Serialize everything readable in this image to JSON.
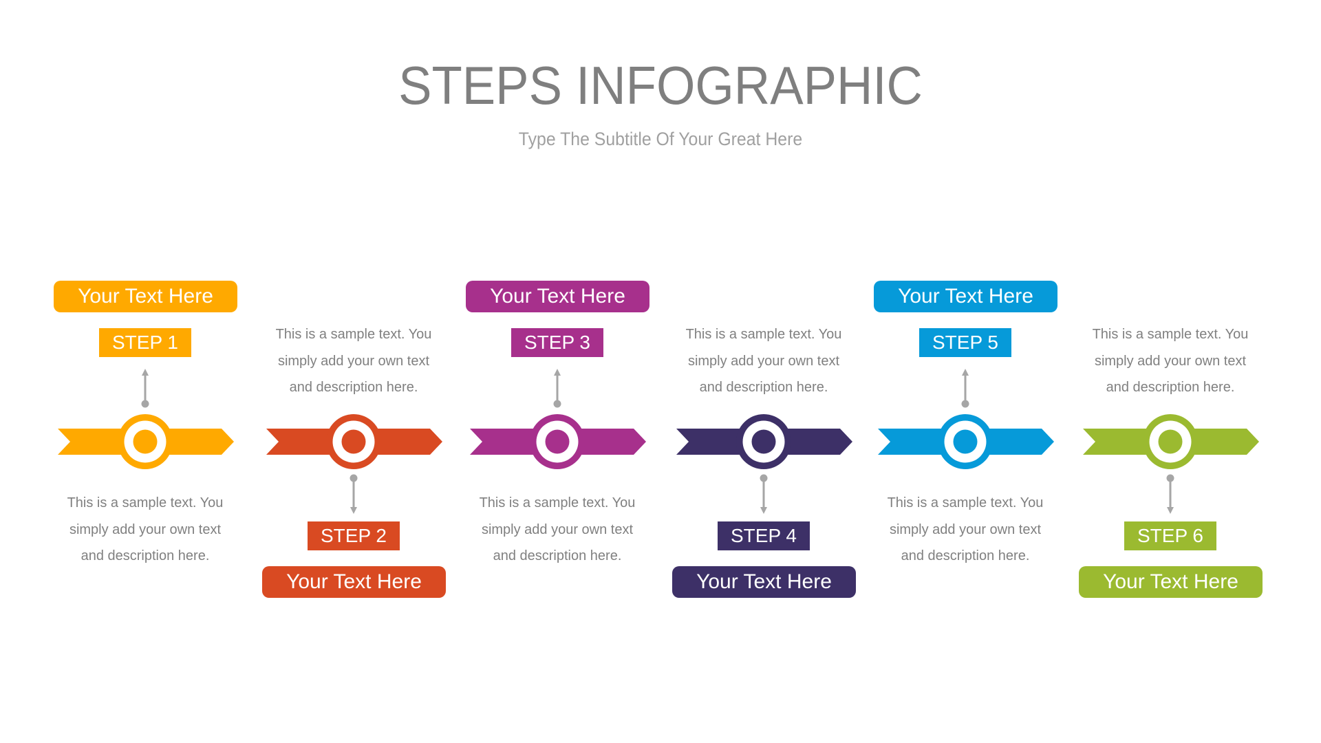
{
  "header": {
    "title": "STEPS INFOGRAPHIC",
    "subtitle": "Type The Subtitle Of Your Great Here"
  },
  "colors": {
    "title": "#7f7f7f",
    "subtitle": "#a0a0a0",
    "body_text": "#808080",
    "connector": "#a6a6a6"
  },
  "steps": [
    {
      "step_label": "STEP 1",
      "heading": "Your Text Here",
      "color": "#ffa900",
      "position": "top",
      "description": [
        "This is a sample text. You",
        "simply add your own text",
        "and description here."
      ]
    },
    {
      "step_label": "STEP 2",
      "heading": "Your Text Here",
      "color": "#d94a22",
      "position": "bottom",
      "description": [
        "This is a sample text. You",
        "simply add your own text",
        "and description here."
      ]
    },
    {
      "step_label": "STEP 3",
      "heading": "Your Text Here",
      "color": "#a7308c",
      "position": "top",
      "description": [
        "This is a sample text. You",
        "simply add your own text",
        "and description here."
      ]
    },
    {
      "step_label": "STEP 4",
      "heading": "Your Text Here",
      "color": "#3d3067",
      "position": "bottom",
      "description": [
        "This is a sample text. You",
        "simply add your own text",
        "and description here."
      ]
    },
    {
      "step_label": "STEP 5",
      "heading": "Your Text Here",
      "color": "#069ad9",
      "position": "top",
      "description": [
        "This is a sample text. You",
        "simply add your own text",
        "and description here."
      ]
    },
    {
      "step_label": "STEP 6",
      "heading": "Your Text Here",
      "color": "#9bba30",
      "position": "bottom",
      "description": [
        "This is a sample text. You",
        "simply add your own text",
        "and description here."
      ]
    }
  ]
}
